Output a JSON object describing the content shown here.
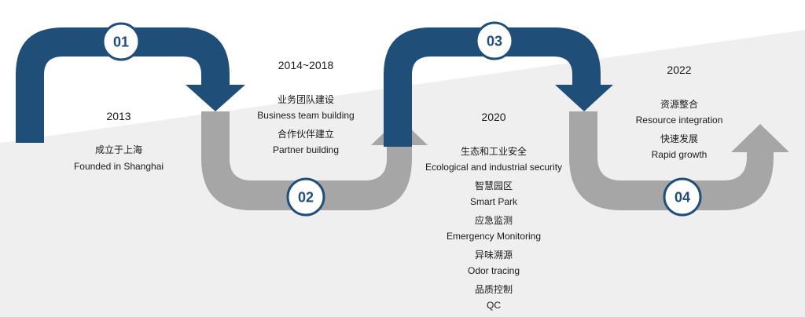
{
  "colors": {
    "navy": "#1f4e79",
    "gray": "#a6a6a6",
    "background_band": "#efeff0",
    "node_text": "#1f4e79"
  },
  "nodes": [
    {
      "number": "01"
    },
    {
      "number": "02"
    },
    {
      "number": "03"
    },
    {
      "number": "04"
    }
  ],
  "milestones": [
    {
      "year": "2013",
      "lines": [
        "成立于上海",
        "Founded in Shanghai"
      ]
    },
    {
      "year": "2014~2018",
      "lines": [
        "业务团队建设",
        "Business team building",
        "合作伙伴建立",
        "Partner building"
      ]
    },
    {
      "year": "2020",
      "lines": [
        "生态和工业安全",
        "Ecological and industrial security",
        "智慧园区",
        "Smart Park",
        "应急监测",
        "Emergency Monitoring",
        "异味溯源",
        "Odor tracing",
        "品质控制",
        "QC"
      ]
    },
    {
      "year": "2022",
      "lines": [
        "资源整合",
        "Resource integration",
        "快速发展",
        "Rapid growth"
      ]
    }
  ]
}
